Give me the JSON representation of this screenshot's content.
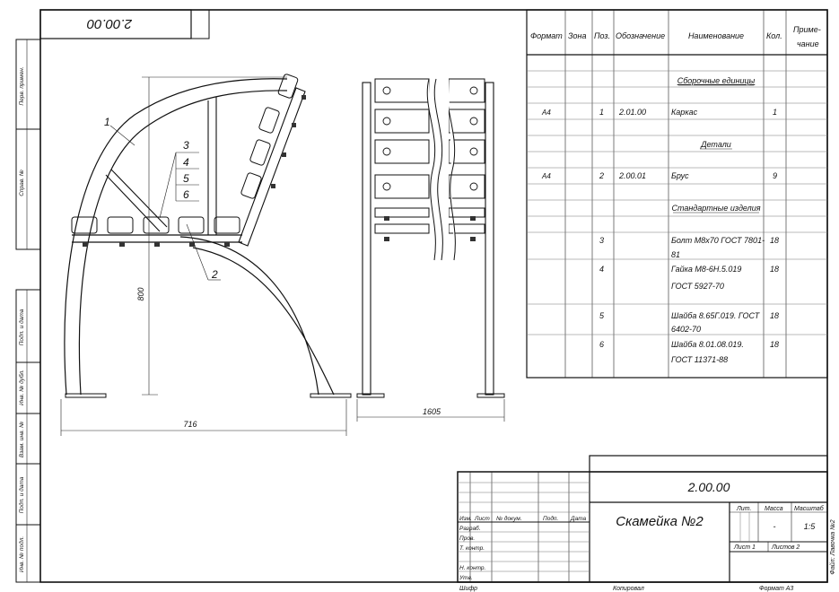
{
  "side_strip": {
    "cells": [
      "Перв. примен.",
      "Справ. №",
      "Подп. и дата",
      "Инв. № дубл.",
      "Взам. инв. №",
      "Подп. и дата",
      "Инв. № подл."
    ]
  },
  "top_stamp": {
    "code": "2.00.00"
  },
  "views": {
    "labels": [
      "1",
      "2",
      "3",
      "4",
      "5",
      "6"
    ],
    "dims": {
      "height": "800",
      "width": "716",
      "length": "1605"
    }
  },
  "spec": {
    "headers": [
      "Формат",
      "Зона",
      "Поз.",
      "Обозначение",
      "Наименование",
      "Кол.",
      "Приме-",
      "чание"
    ],
    "sections": [
      "Сборочные единицы",
      "Детали",
      "Стандартные изделия"
    ],
    "rows": [
      {
        "format": "А4",
        "pos": "1",
        "code": "2.01.00",
        "name": "Каркас",
        "qty": "1"
      },
      {
        "format": "А4",
        "pos": "2",
        "code": "2.00.01",
        "name": "Брус",
        "qty": "9"
      }
    ],
    "std_rows": [
      {
        "pos": "3",
        "name1": "Болт М8х70 ГОСТ 7801-",
        "name2": "81",
        "qty": "18"
      },
      {
        "pos": "4",
        "name1": "Гайка М8-6Н.5.019",
        "name2": "ГОСТ 5927-70",
        "qty": "18"
      },
      {
        "pos": "5",
        "name1": "Шайба 8.65Г.019. ГОСТ",
        "name2": "6402-70",
        "qty": "18"
      },
      {
        "pos": "6",
        "name1": "Шайба 8.01.08.019.",
        "name2": "ГОСТ 11371-88",
        "qty": "18"
      }
    ]
  },
  "title_block": {
    "doc_code": "2.00.00",
    "title": "Скамейка №2",
    "col_heads": [
      "Изм.",
      "Лист",
      "№ докум.",
      "Подп.",
      "Дата"
    ],
    "roles": [
      "Разраб.",
      "Пров.",
      "Т. контр.",
      "",
      "Н. контр.",
      "Утв."
    ],
    "lit_label": "Лит.",
    "mass_label": "Масса",
    "scale_label": "Масштаб",
    "mass": "-",
    "scale": "1:5",
    "sheet": "Лист 1",
    "sheets": "Листов 2"
  },
  "footer": {
    "shifr": "Шифр",
    "copied": "Копировал",
    "format": "Формат А3"
  },
  "file_note": "Файл: Лавочка №2"
}
